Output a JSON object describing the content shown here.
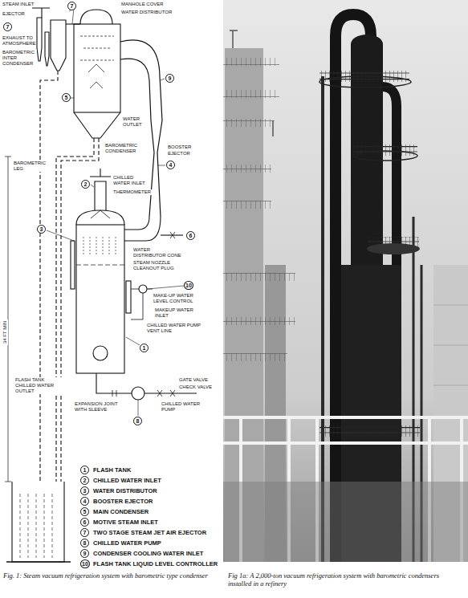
{
  "diagram": {
    "caption": "Fig. 1: Steam vacuum refrigeration system with barometric type condenser",
    "labels": [
      "STEAM INLET",
      "EJECTOR",
      "EXHAUST TO ATMOSPHERE",
      "BAROMETRIC INTER CONDENSER",
      "MANHOLE COVER",
      "WATER DISTRIBUTOR",
      "BAROMETRIC CONDENSER",
      "WATER OUTLET",
      "BOOSTER",
      "EJECTOR",
      "CHILLED WATER INLET",
      "THERMOMETER",
      "WATER DISTRIBUTOR CONE",
      "STEAM NOZZLE CLEANOUT PLUG",
      "MAKE-UP WATER LEVEL CONTROL",
      "MAKEUP WATER INLET",
      "CHILLED WATER PUMP VENT LINE",
      "GATE VALVE",
      "CHECK VALVE",
      "CHILLED WATER PUMP",
      "EXPANSION JOINT WITH SLEEVE",
      "FLASH TANK CHILLED WATER OUTLET",
      "BAROMETRIC LEG",
      "34 FT MIN",
      "7",
      "7",
      "5",
      "9",
      "2",
      "3",
      "4",
      "6",
      "10",
      "1",
      "8",
      "1",
      "2",
      "3",
      "4",
      "5",
      "6",
      "7",
      "8",
      "9",
      "10",
      "Fig 1a: A 2,000-ton vacuum refrigeration system with barometric condensers installed in a refinery"
    ],
    "legend": [
      {
        "text": "FLASH TANK"
      },
      {
        "text": "CHILLED WATER INLET"
      },
      {
        "text": "WATER DISTRIBUTOR"
      },
      {
        "text": "BOOSTER EJECTOR"
      },
      {
        "text": "MAIN CONDENSER"
      },
      {
        "text": "MOTIVE STEAM INLET"
      },
      {
        "text": "TWO STAGE STEAM JET AIR EJECTOR"
      },
      {
        "text": "CHILLED WATER PUMP"
      },
      {
        "text": "CONDENSER COOLING WATER INLET"
      },
      {
        "text": "FLASH TANK LIQUID LEVEL CONTROLLER"
      }
    ]
  }
}
